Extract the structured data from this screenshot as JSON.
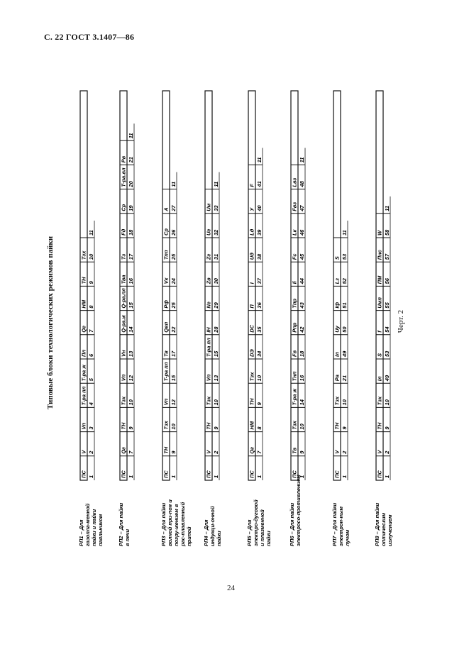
{
  "header": {
    "text": "С. 22 ГОСТ 3.1407—86"
  },
  "title": "Типовые блоки технологических режимов пайки",
  "figure_label": "Черт. 2",
  "page_number": "24",
  "blocks": [
    {
      "label": "РП1 – Для газопла-менной пайки и пайки паяльником",
      "cells": [
        "ПС",
        "V",
        "Vп",
        "T-ра пл",
        "T-ра ж",
        "Пл",
        "Qг",
        "НМ",
        "ТН",
        "Тзх"
      ],
      "nums": [
        "1",
        "2",
        "3",
        "4",
        "5",
        "6",
        "7",
        "8",
        "9",
        "10"
      ],
      "extra": "11"
    },
    {
      "label": "РП2 – Для пайки в печи",
      "cells": [
        "ПС",
        "Qг",
        "ТН",
        "Тзх",
        "Vп",
        "Vн",
        "Q-ра.ж",
        "Q-ра.пл",
        "Тва",
        "Тз",
        "Fд",
        "Ср",
        "Т-ра.вл",
        "Рв"
      ],
      "nums": [
        "1",
        "7",
        "9",
        "10",
        "12",
        "13",
        "14",
        "15",
        "16",
        "17",
        "18",
        "19",
        "20",
        "21"
      ],
      "extra": "11"
    },
    {
      "label": "РП3 – Для пайки волной при-поя и погру-жением в рас-плавленный припой",
      "cells": [
        "ПС",
        "ТН",
        "Тзх",
        "Vп",
        "T-ра пл",
        "Тв",
        "Qвп",
        "Рф",
        "Vк",
        "Тпп",
        "Ср",
        "А"
      ],
      "nums": [
        "1",
        "9",
        "10",
        "12",
        "15",
        "17",
        "22",
        "25",
        "24",
        "25",
        "26",
        "27"
      ],
      "extra": "11"
    },
    {
      "label": "РП4 – Для индукци-онной пайки",
      "cells": [
        "ПС",
        "V",
        "ТН",
        "Тзх",
        "Vп",
        "T-ра пл",
        "IН",
        "Nг",
        "Zв",
        "Zг",
        "Uг",
        "Uм"
      ],
      "nums": [
        "1",
        "2",
        "9",
        "10",
        "13",
        "15",
        "28",
        "29",
        "30",
        "31",
        "32",
        "33"
      ],
      "extra": "11"
    },
    {
      "label": "РП5 – Для электро-дуговой и плазменной пайки",
      "cells": [
        "ПС",
        "Qг",
        "НМ",
        "ТН",
        "Тзх",
        "DЭ",
        "DС",
        "П",
        "I",
        "Uд",
        "Lд",
        "У",
        "F"
      ],
      "nums": [
        "1",
        "7",
        "8",
        "9",
        "10",
        "34",
        "35",
        "36",
        "37",
        "38",
        "39",
        "40",
        "41"
      ],
      "extra": "11"
    },
    {
      "label": "РП6 – Для пайки электросо-противлением",
      "cells": [
        "ПС",
        "Тв",
        "Тзх",
        "Т-ра ж",
        "Тнп",
        "Fв",
        "Рпр",
        "Тпр",
        "Ii",
        "Fс",
        "Lк",
        "Fвз",
        "Lвз"
      ],
      "nums": [
        "1",
        "9",
        "10",
        "14",
        "16",
        "18",
        "42",
        "43",
        "44",
        "45",
        "46",
        "47",
        "48"
      ],
      "extra": "11"
    },
    {
      "label": "РП7 – Для пайки электрон-ным лучом",
      "cells": [
        "ПС",
        "V",
        "ТН",
        "Тзх",
        "Ра",
        "Iл",
        "Uу",
        "Iф",
        "Lз",
        "S"
      ],
      "nums": [
        "1",
        "2",
        "9",
        "10",
        "21",
        "49",
        "50",
        "51",
        "52",
        "53"
      ],
      "extra": "11"
    },
    {
      "label": "РП8 – Для пайки оптическим излучением",
      "cells": [
        "ПС",
        "V",
        "ТН",
        "Тзх",
        "Iл",
        "S",
        "f",
        "Uмп",
        "ПМ",
        "Пнс",
        "W"
      ],
      "nums": [
        "1",
        "2",
        "9",
        "10",
        "49",
        "53",
        "54",
        "55",
        "56",
        "57",
        "58"
      ],
      "extra": "11"
    }
  ]
}
